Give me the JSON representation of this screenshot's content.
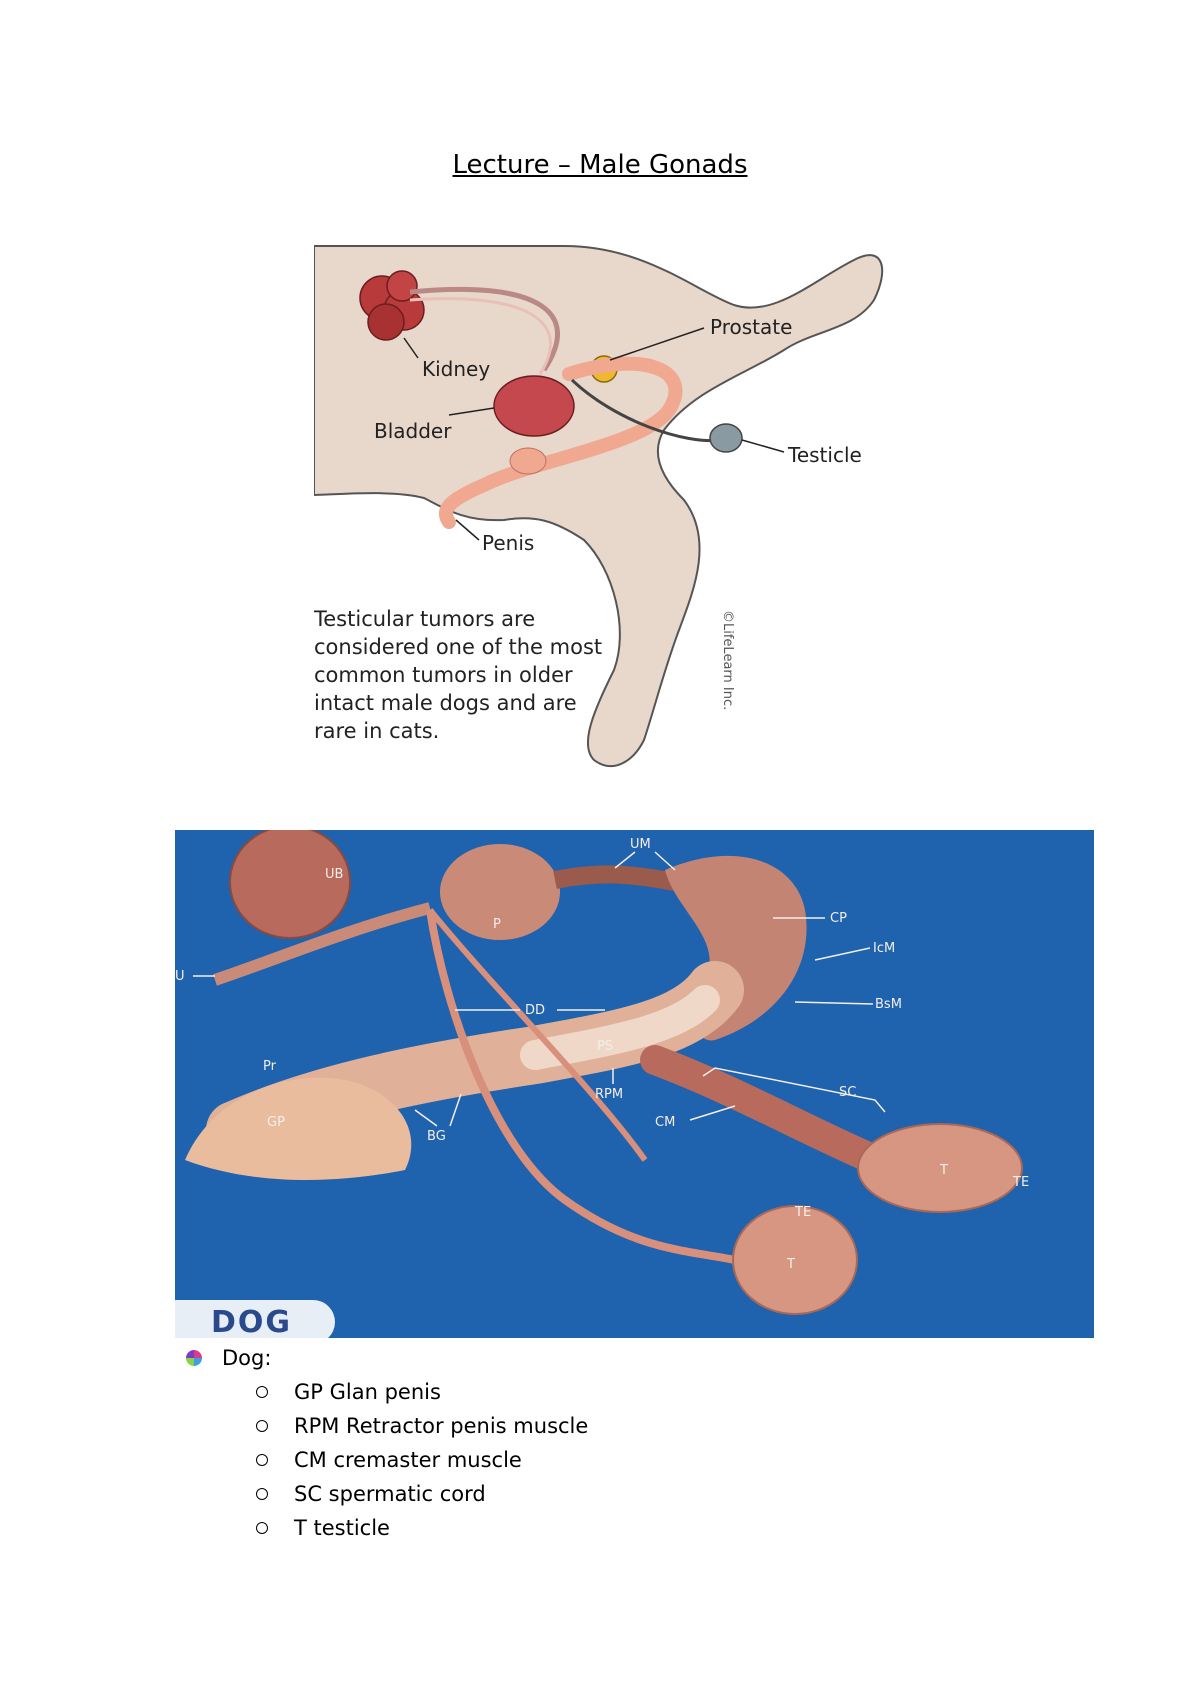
{
  "page_title": "Lecture – Male Gonads",
  "figure1": {
    "labels": {
      "kidney": "Kidney",
      "bladder": "Bladder",
      "prostate": "Prostate",
      "testicle": "Testicle",
      "penis": "Penis"
    },
    "caption_lines": [
      "Testicular tumors are",
      "considered one of the most",
      "common tumors in older",
      "intact male dogs and are",
      "rare in cats."
    ],
    "copyright": "©LifeLearn Inc."
  },
  "figure2": {
    "badge": "DOG",
    "tags": {
      "ub": "UB",
      "um": "UM",
      "p": "P",
      "cp": "CP",
      "icm": "IcM",
      "u": "U",
      "dd": "DD",
      "bsm": "BsM",
      "ps": "PS",
      "pr": "Pr",
      "rpm": "RPM",
      "sc": "SC",
      "cm": "CM",
      "gp": "GP",
      "bg": "BG",
      "t1": "T",
      "te1": "TE",
      "te2": "TE",
      "t2": "T"
    }
  },
  "list": {
    "heading": "Dog:",
    "items": [
      {
        "label": "GP Glan penis"
      },
      {
        "label": "RPM Retractor penis muscle"
      },
      {
        "label": "CM cremaster muscle"
      },
      {
        "label": "SC spermatic cord"
      },
      {
        "label": "T testicle"
      }
    ]
  },
  "colors": {
    "body_fill": "#e8d8cc",
    "photo_bg": "#1d5ea8",
    "kidney": "#b83a3a",
    "bladder": "#c4484e",
    "prostate": "#f0b830",
    "testicle": "#8a9aa3",
    "penis": "#f0a890"
  }
}
